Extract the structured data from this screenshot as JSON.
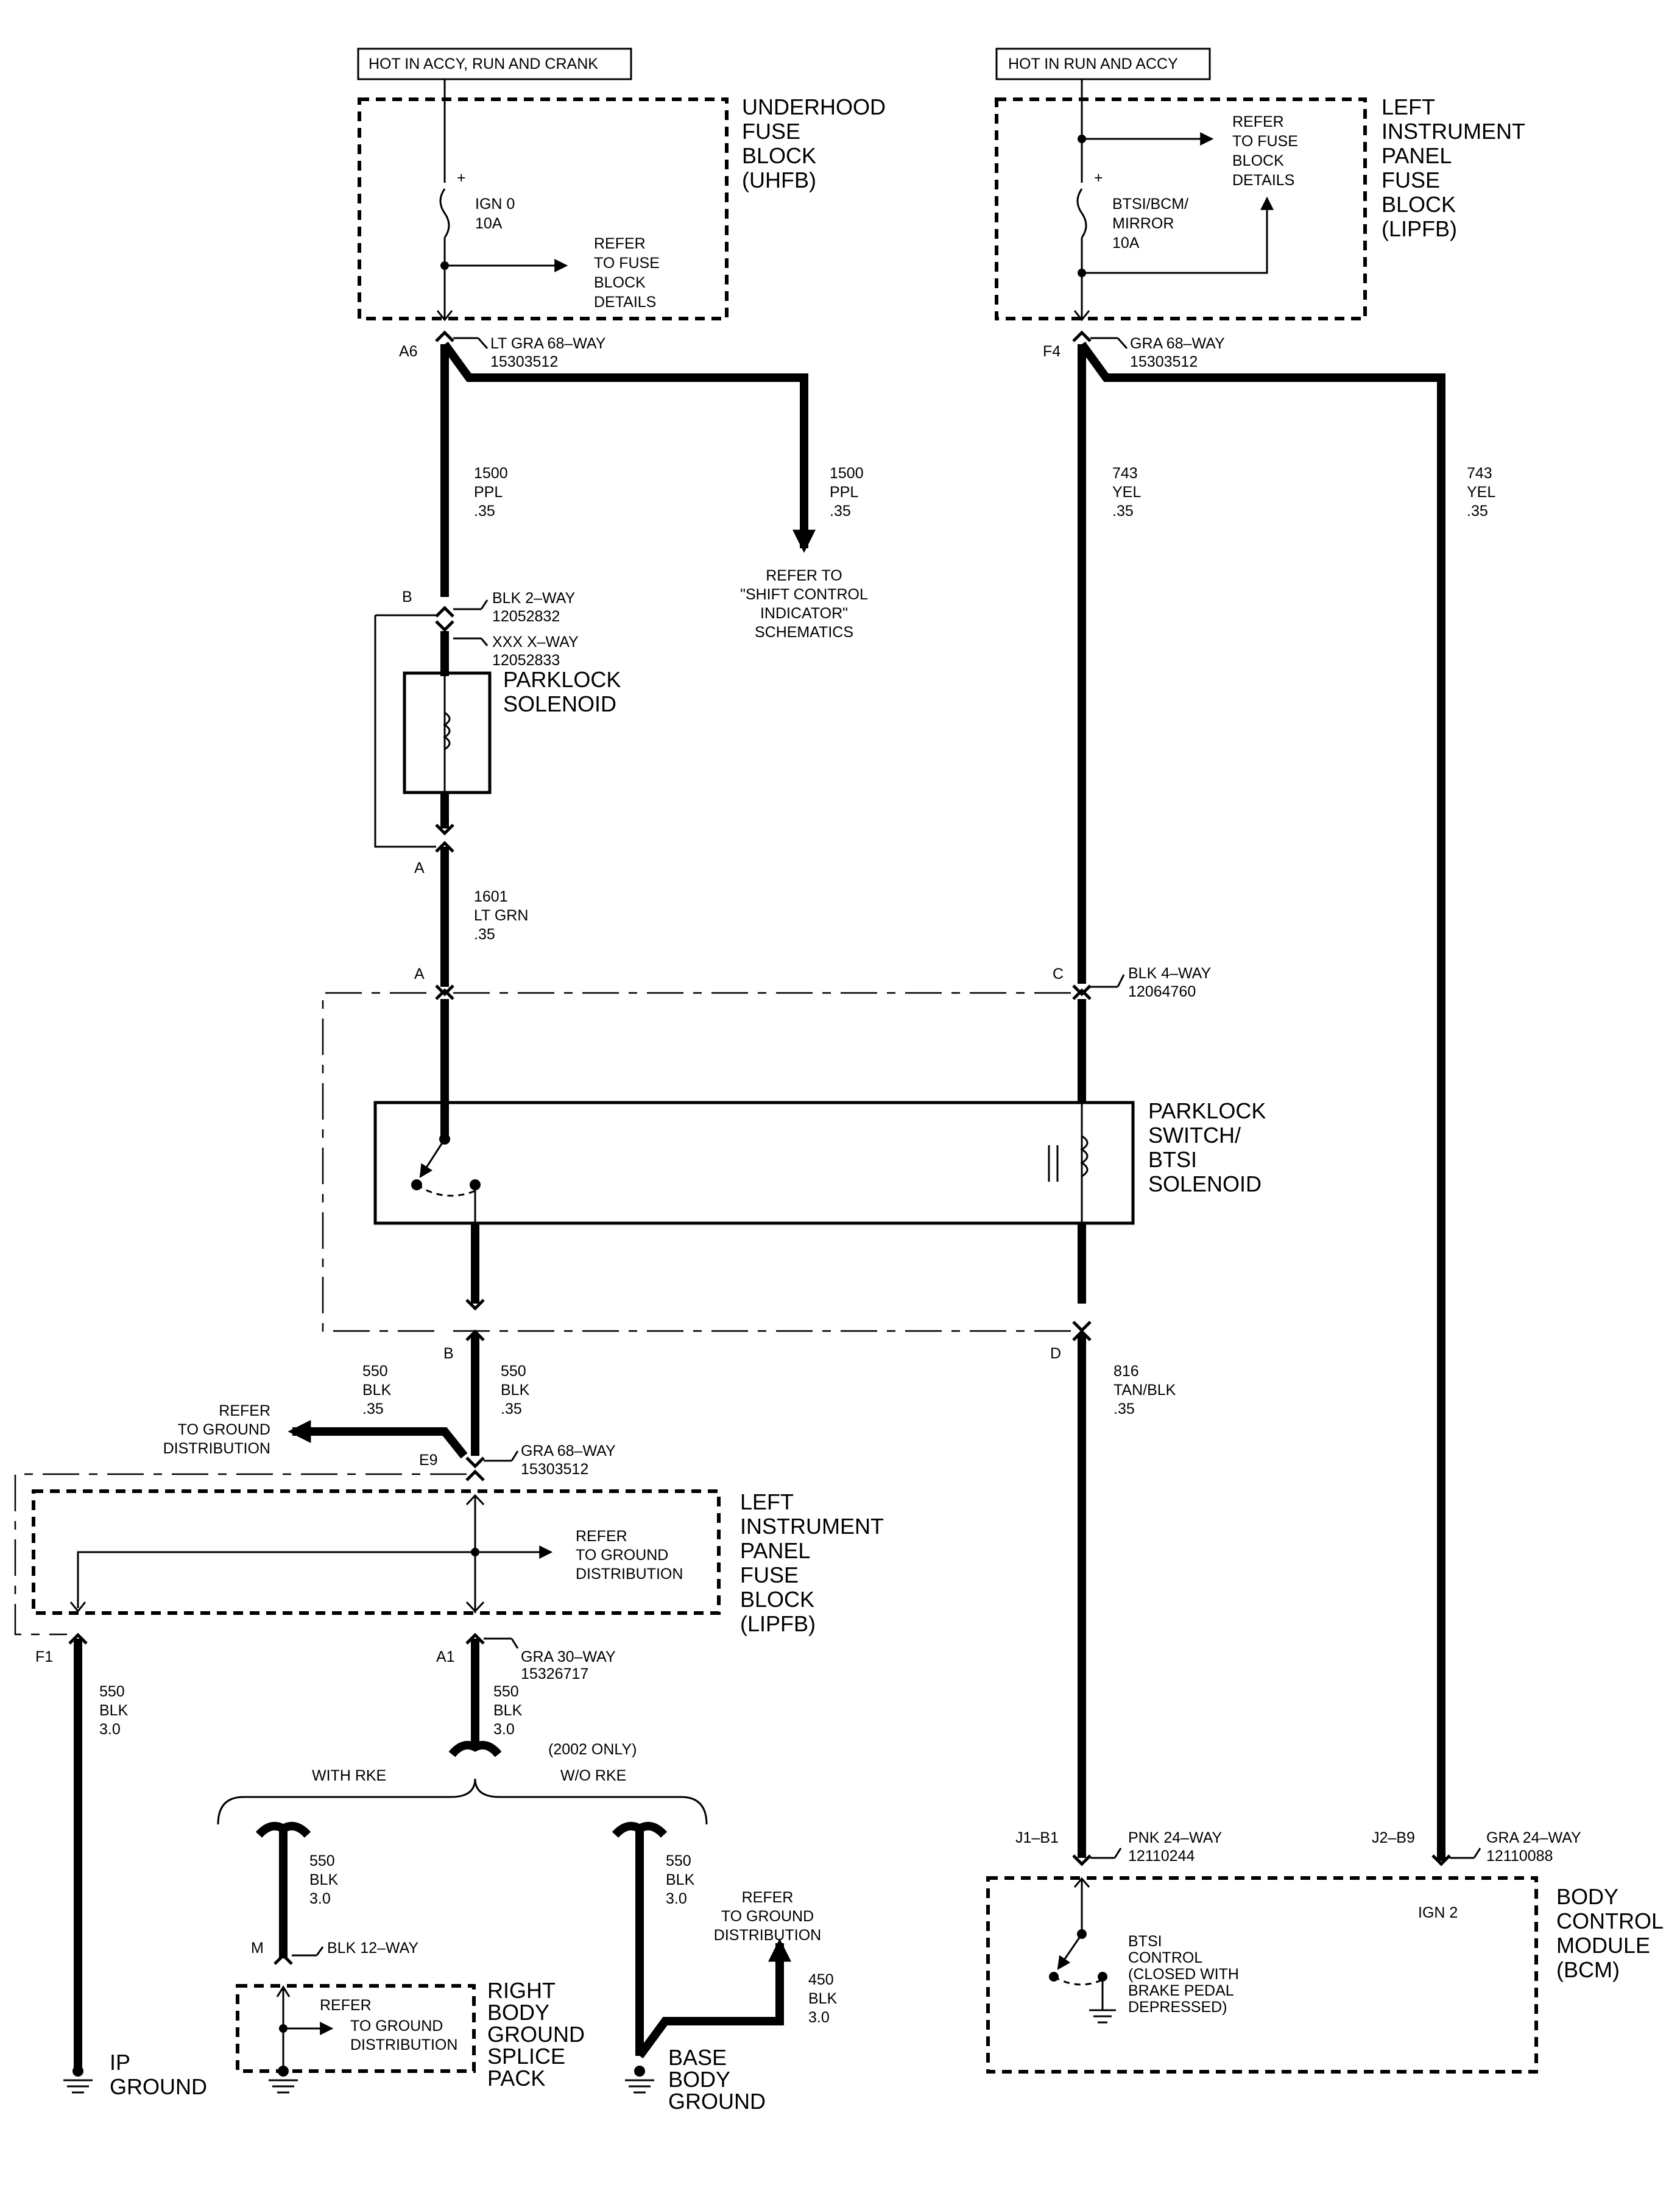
{
  "labels": {
    "hot_left": "HOT IN ACCY, RUN AND CRANK",
    "hot_right": "HOT IN RUN AND ACCY",
    "uhfb": [
      "UNDERHOOD",
      "FUSE",
      "BLOCK",
      "(UHFB)"
    ],
    "lipfb_top": [
      "LEFT",
      "INSTRUMENT",
      "PANEL",
      "FUSE",
      "BLOCK",
      "(LIPFB)"
    ],
    "lipfb_bottom": [
      "LEFT",
      "INSTRUMENT",
      "PANEL",
      "FUSE",
      "BLOCK",
      "(LIPFB)"
    ],
    "fuse_ign0": [
      "IGN 0",
      "10A"
    ],
    "fuse_btsi": [
      "BTSI/BCM/",
      "MIRROR",
      "10A"
    ],
    "refer_fuse_left": [
      "REFER",
      "TO FUSE",
      "BLOCK",
      "DETAILS"
    ],
    "refer_fuse_right": [
      "REFER",
      "TO FUSE",
      "BLOCK",
      "DETAILS"
    ],
    "plus_sign": "+",
    "conn_a6": "A6",
    "conn_a6_desc": [
      "LT GRA 68–WAY",
      "15303512"
    ],
    "conn_f4": "F4",
    "conn_f4_desc": [
      "GRA 68–WAY",
      "15303512"
    ],
    "wire_1500_left": [
      "1500",
      "PPL",
      ".35"
    ],
    "wire_1500_right": [
      "1500",
      "PPL",
      ".35"
    ],
    "wire_743_left": [
      "743",
      "YEL",
      ".35"
    ],
    "wire_743_right": [
      "743",
      "YEL",
      ".35"
    ],
    "refer_shift": [
      "REFER TO",
      "\"SHIFT CONTROL",
      "INDICATOR\"",
      "SCHEMATICS"
    ],
    "conn_b": "B",
    "conn_b_desc": [
      "BLK 2–WAY",
      "12052832"
    ],
    "conn_xxx_desc": [
      "XXX X–WAY",
      "12052833"
    ],
    "parklock_solenoid": [
      "PARKLOCK",
      "SOLENOID"
    ],
    "conn_a_sol": "A",
    "wire_1601": [
      "1601",
      "LT GRN",
      ".35"
    ],
    "conn_a_sw": "A",
    "conn_c_sw": "C",
    "conn_c_desc": [
      "BLK 4–WAY",
      "12064760"
    ],
    "parklock_switch": [
      "PARKLOCK",
      "SWITCH/",
      "BTSI",
      "SOLENOID"
    ],
    "conn_b_sw": "B",
    "conn_d_sw": "D",
    "wire_550_left": [
      "550",
      "BLK",
      ".35"
    ],
    "wire_550_right": [
      "550",
      "BLK",
      ".35"
    ],
    "wire_816": [
      "816",
      "TAN/BLK",
      ".35"
    ],
    "refer_ground_1": [
      "REFER",
      "TO GROUND",
      "DISTRIBUTION"
    ],
    "conn_e9": "E9",
    "conn_e9_desc": [
      "GRA 68–WAY",
      "15303512"
    ],
    "refer_ground_2": [
      "REFER",
      "TO GROUND",
      "DISTRIBUTION"
    ],
    "conn_f1": "F1",
    "conn_a1": "A1",
    "conn_a1_desc": [
      "GRA 30–WAY",
      "15326717"
    ],
    "wire_550_f1": [
      "550",
      "BLK",
      "3.0"
    ],
    "wire_550_a1": [
      "550",
      "BLK",
      "3.0"
    ],
    "only_2002": "(2002 ONLY)",
    "with_rke": "WITH RKE",
    "wo_rke": "W/O RKE",
    "wire_550_rke": [
      "550",
      "BLK",
      "3.0"
    ],
    "wire_550_worke": [
      "550",
      "BLK",
      "3.0"
    ],
    "refer_ground_3": [
      "REFER",
      "TO GROUND",
      "DISTRIBUTION"
    ],
    "wire_450": [
      "450",
      "BLK",
      "3.0"
    ],
    "conn_m": "M",
    "conn_m_desc": "BLK 12–WAY",
    "refer_ground_4": [
      "REFER",
      "TO GROUND",
      "DISTRIBUTION"
    ],
    "right_body_ground": [
      "RIGHT",
      "BODY",
      "GROUND",
      "SPLICE",
      "PACK"
    ],
    "base_body_ground": [
      "BASE",
      "BODY",
      "GROUND"
    ],
    "ip_ground": [
      "IP",
      "GROUND"
    ],
    "conn_j1b1": "J1–B1",
    "conn_j1b1_desc": [
      "PNK 24–WAY",
      "12110244"
    ],
    "conn_j2b9": "J2–B9",
    "conn_j2b9_desc": [
      "GRA 24–WAY",
      "12110088"
    ],
    "ign2": "IGN 2",
    "btsi_control": [
      "BTSI",
      "CONTROL",
      "(CLOSED WITH",
      "BRAKE PEDAL",
      "DEPRESSED)"
    ],
    "bcm": [
      "BODY",
      "CONTROL",
      "MODULE",
      "(BCM)"
    ]
  }
}
